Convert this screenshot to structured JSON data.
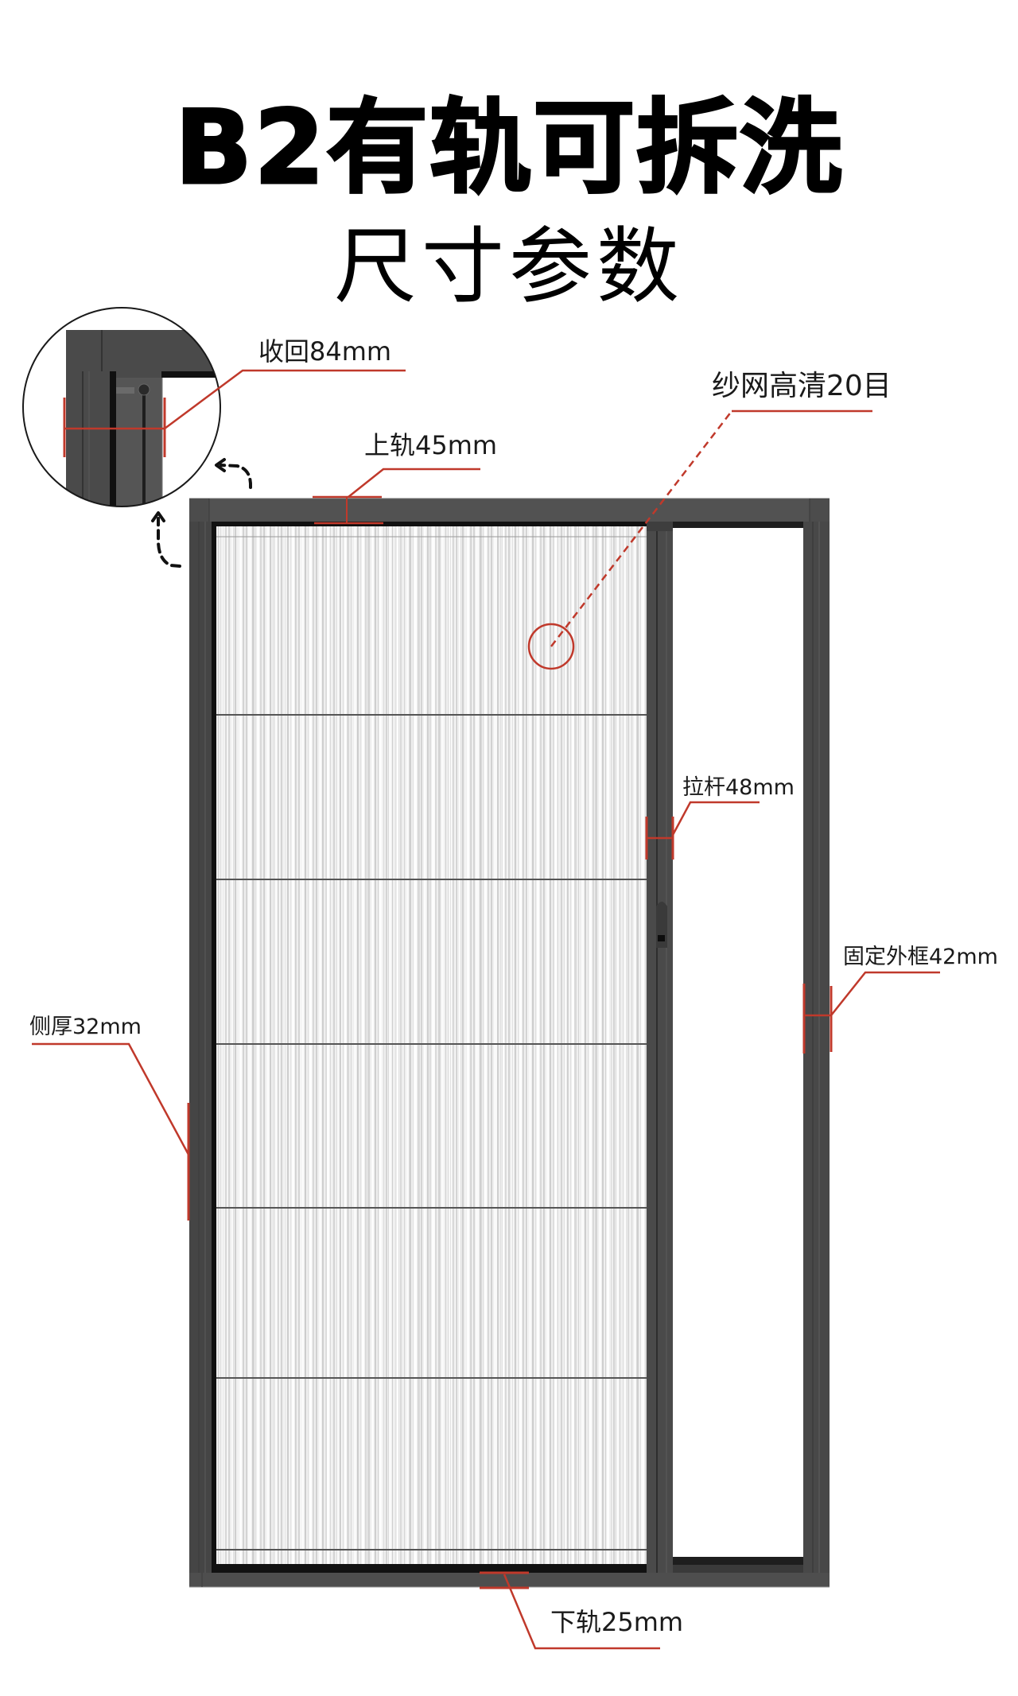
{
  "header": {
    "title": "B2有轨可拆洗",
    "subtitle": "尺寸参数"
  },
  "colors": {
    "frame": "#4a4a4a",
    "frame_dark": "#2b2b2b",
    "annotation_red": "#c0392b",
    "mesh_light": "#f2f2f2",
    "mesh_stripe": "#d6d6d6",
    "text": "#111111",
    "background": "#ffffff"
  },
  "inset": {
    "label": "收回84mm",
    "icon": "zoom-detail-circle"
  },
  "annotations": {
    "top_rail": "上轨45mm",
    "mesh": "纱网高清20目",
    "pull_bar": "拉杆48mm",
    "fixed_frame": "固定外框42mm",
    "side_thickness": "侧厚32mm",
    "bottom_rail": "下轨25mm"
  },
  "icons": {
    "arrow_left": "dashed-curved-arrow-left",
    "arrow_up": "dashed-curved-arrow-up",
    "mesh_target": "circle-target"
  }
}
